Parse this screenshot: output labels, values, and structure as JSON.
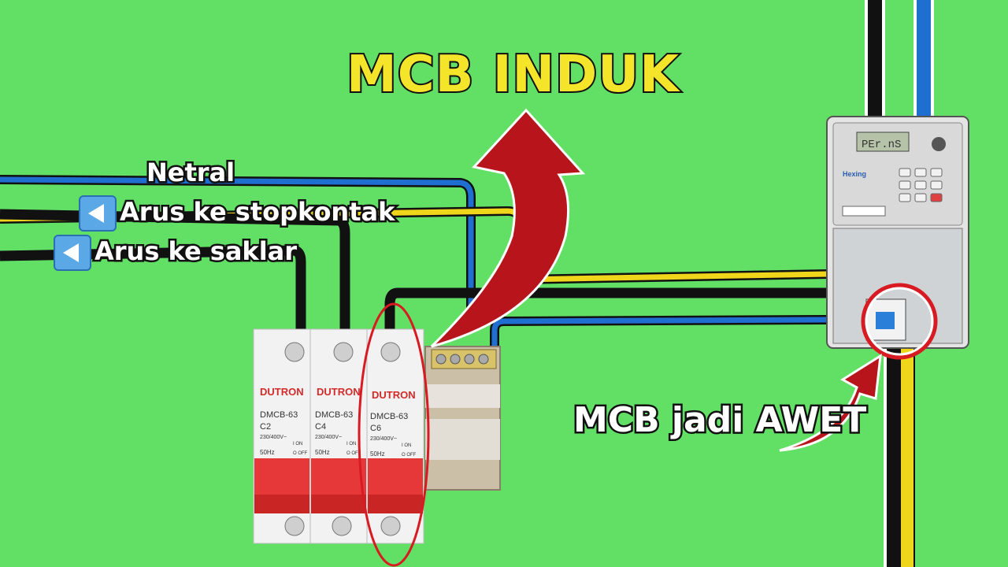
{
  "title": "MCB INDUK",
  "labels": {
    "netral": "Netral",
    "stopkontak": "Arus ke stopkontak",
    "saklar": "Arus ke saklar",
    "awet": "MCB jadi AWET"
  },
  "breakers": [
    {
      "brand": "DUTRON",
      "model": "DMCB-63",
      "rating": "C2",
      "voltage": "230/400V~",
      "freq": "50Hz",
      "on": "I ON",
      "off": "O OFF"
    },
    {
      "brand": "DUTRON",
      "model": "DMCB-63",
      "rating": "C4",
      "voltage": "230/400V~",
      "freq": "50Hz",
      "on": "I ON",
      "off": "O OFF"
    },
    {
      "brand": "DUTRON",
      "model": "DMCB-63",
      "rating": "C6",
      "voltage": "230/400V~",
      "freq": "50Hz",
      "on": "I ON",
      "off": "O OFF"
    }
  ],
  "meter": {
    "brand": "Hexing",
    "display": "PEr.nS"
  },
  "colors": {
    "background": "#62e066",
    "title": "#f5e52a",
    "arrow": "#b8141c",
    "blue_wire": "#1e6fd0",
    "yellow_wire": "#f0d61a",
    "black_wire": "#111111"
  }
}
